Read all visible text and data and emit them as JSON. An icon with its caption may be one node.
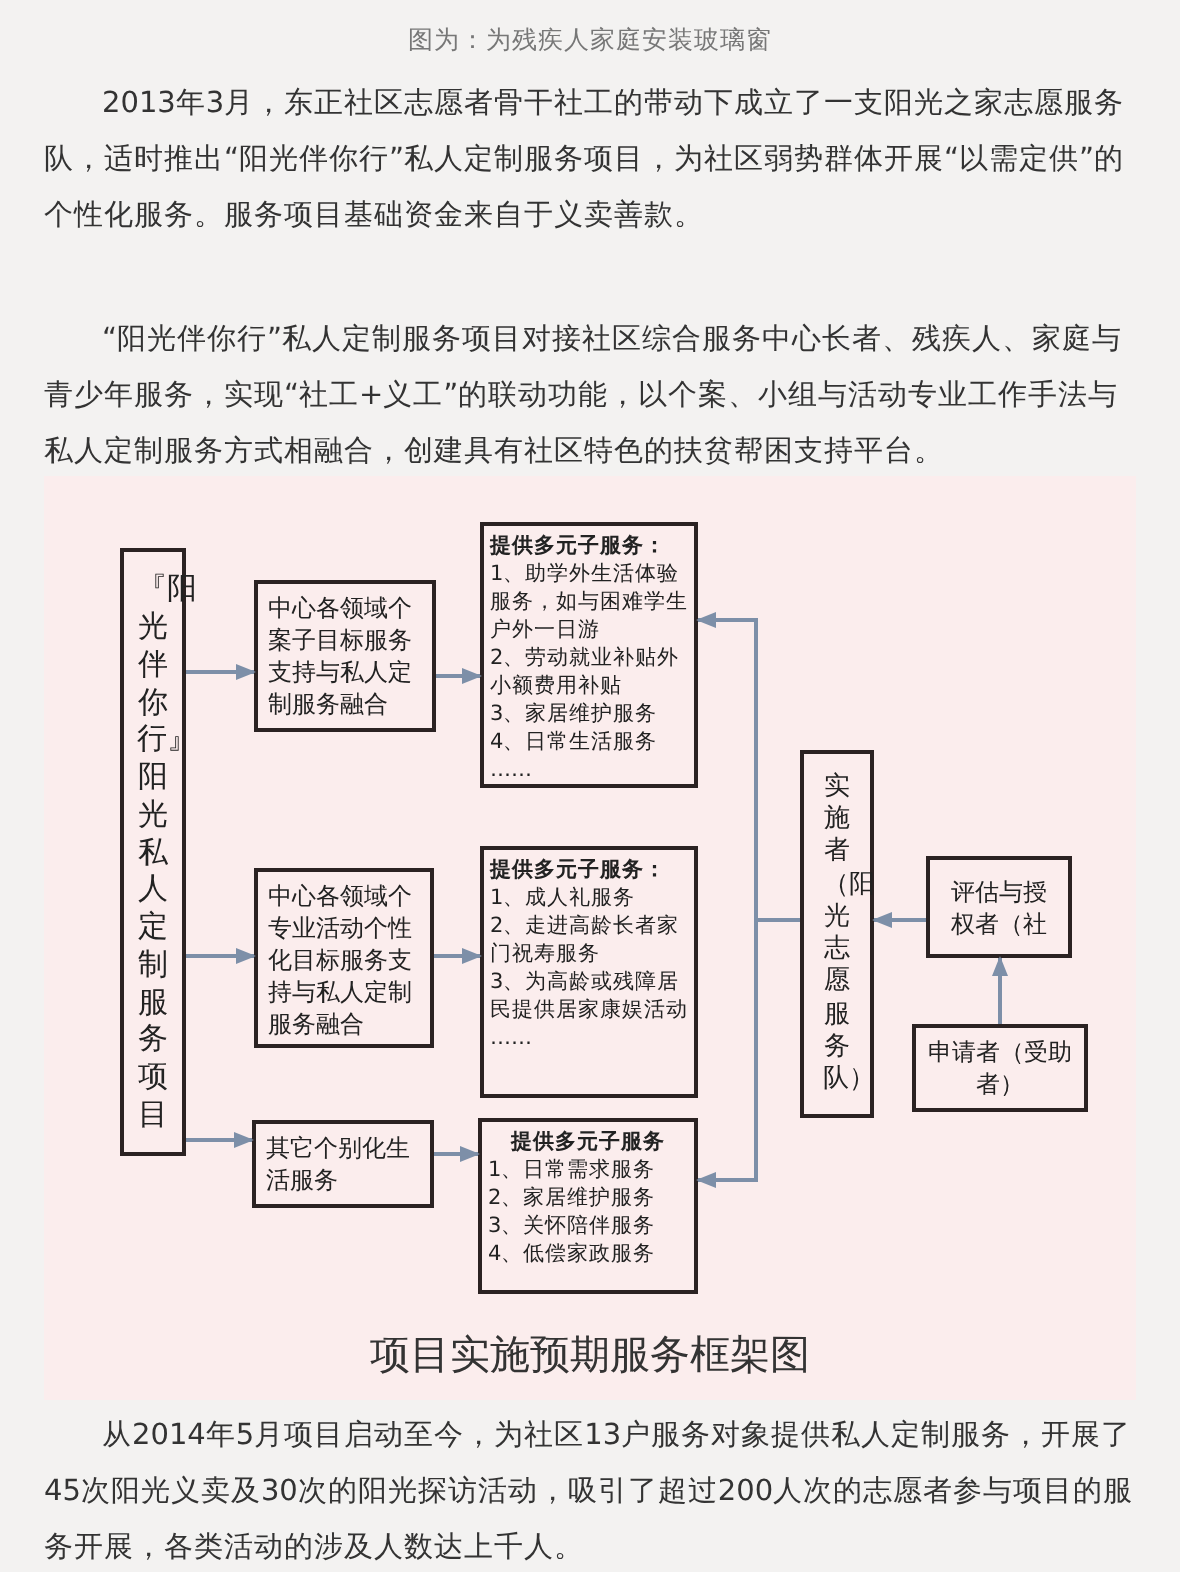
{
  "diagram": {
    "caption": "项目实施预期服务框架图",
    "nodes": [
      {
        "text": [
          "『阳光伴你行』阳光私人定制服务项目"
        ]
      },
      {
        "text": [
          "中心各领域个案子目标服务支持与私人定制服务融合"
        ]
      },
      {
        "text": [
          "提供多元子服务：",
          "1、助学外生活体验服务，如与困难学生户外一日游",
          "2、劳动就业补贴外小额费用补贴",
          "3、家居维护服务",
          "4、日常生活服务",
          "……"
        ]
      },
      {
        "text": [
          "中心各领域个专业活动个性化目标服务支持与私人定制服务融合"
        ]
      },
      {
        "text": [
          "提供多元子服务：",
          "1、成人礼服务",
          "2、走进高龄长者家门祝寿服务",
          "3、为高龄或残障居民提供居家康娱活动",
          "……"
        ]
      },
      {
        "text": [
          "其它个别化生活服务"
        ]
      },
      {
        "text": [
          "提供多元子服务",
          "1、日常需求服务",
          "2、家居维护服务",
          "3、关怀陪伴服务",
          "4、低偿家政服务"
        ]
      },
      {
        "text": [
          "实施者（阳光志愿服务队）"
        ]
      },
      {
        "text": [
          "评估与授权者（社"
        ]
      },
      {
        "text": [
          "申请者（受助者）"
        ]
      }
    ],
    "edges": [
      {
        "from": 0,
        "to": 1,
        "arrow": "to"
      },
      {
        "from": 0,
        "to": 3,
        "arrow": "to"
      },
      {
        "from": 0,
        "to": 5,
        "arrow": "to"
      },
      {
        "from": 1,
        "to": 2,
        "arrow": "to"
      },
      {
        "from": 3,
        "to": 4,
        "arrow": "to"
      },
      {
        "from": 5,
        "to": 6,
        "arrow": "to"
      },
      {
        "from": 7,
        "to": 2,
        "arrow": "to"
      },
      {
        "from": 7,
        "to": 6,
        "arrow": "to"
      },
      {
        "from": 8,
        "to": 7,
        "arrow": "to"
      },
      {
        "from": 9,
        "to": 8,
        "arrow": "to"
      }
    ],
    "labels": [
      "图为：为残疾人家庭安装玻璃窗",
      "2013年3月，东正社区志愿者骨干社工的带动下成立了一支阳光之家志愿服务队，适时推出“阳光伴你行”私人定制服务项目，为社区弱势群体开展“以需定供”的个性化服务。服务项目基础资金来自于义卖善款。",
      "“阳光伴你行”私人定制服务项目对接社区综合服务中心长者、残疾人、家庭与青少年服务，实现“社工+义工”的联动功能，以个案、小组与活动专业工作手法与私人定制服务方式相融合，创建具有社区特色的扶贫帮困支持平台。",
      "从2014年5月项目启动至今，为社区13户服务对象提供私人定制服务，开展了45次阳光义卖及30次的阳光探访活动，吸引了超过200人次的志愿者参与项目的服务开展，各类活动的涉及人数达上千人。"
    ]
  }
}
